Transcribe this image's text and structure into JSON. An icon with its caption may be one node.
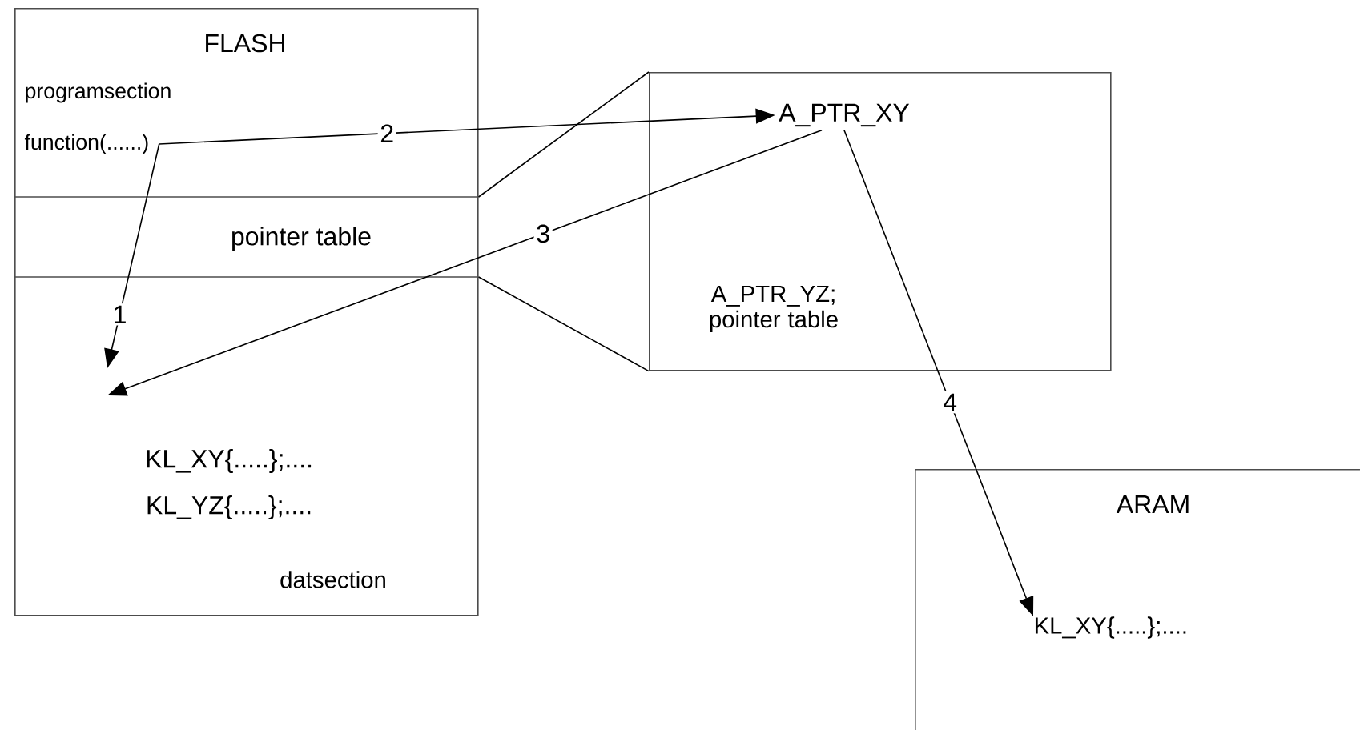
{
  "diagram": {
    "nodes": [
      {
        "text": [
          "FLASH",
          "programsection",
          "pointer table",
          "datsection"
        ]
      },
      {
        "text": [
          "function(......)"
        ],
        "in": 0
      },
      {
        "text": [
          "KL_XY{.....};....",
          "KL_YZ{.....};...."
        ],
        "in": 0
      },
      {
        "text": [
          "A_PTR_YZ; pointer table"
        ]
      },
      {
        "text": [
          "A_PTR_XY"
        ],
        "in": 3
      },
      {
        "text": [
          "ARAM"
        ]
      },
      {
        "text": [
          "KL_XY{.....};...."
        ],
        "in": 5
      }
    ],
    "edges": [
      {
        "from": 1,
        "to": 2,
        "arrow": "to",
        "label": "1"
      },
      {
        "from": 1,
        "to": 4,
        "arrow": "to",
        "label": "2"
      },
      {
        "from": 4,
        "to": 2,
        "arrow": "to",
        "label": "3"
      },
      {
        "from": 4,
        "to": 6,
        "arrow": "to",
        "label": "4"
      },
      {
        "from": 0,
        "to": 3,
        "arrow": "none"
      },
      {
        "from": 0,
        "to": 3,
        "arrow": "none"
      }
    ]
  }
}
